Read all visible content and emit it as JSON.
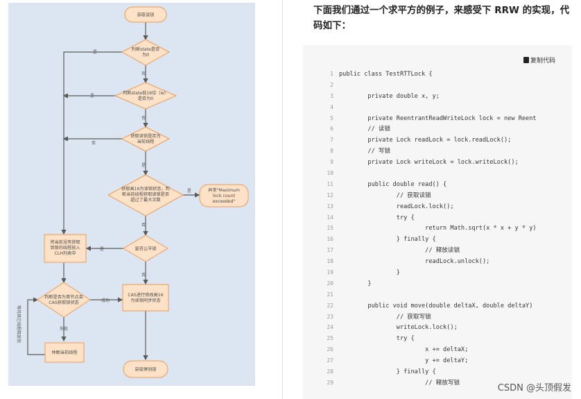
{
  "intro_text": "下面我们通过一个求平方的例子，来感受下 RRW 的实现，代码如下：",
  "copy_label": "复制代码",
  "watermark": "CSDN @头顶假发",
  "flowchart": {
    "start": "获取读锁",
    "d_state0": [
      "判断state是否",
      "为0"
    ],
    "d_low16": [
      "判断state低16位（w）",
      "是否为0"
    ],
    "d_owner": [
      "获取读锁是否为",
      "当前线程"
    ],
    "d_max": [
      "获取高16为读锁状态，判",
      "断当前线程获取读锁是否",
      "超过了最大次数"
    ],
    "err": [
      "异常\"Maximum",
      "lock count",
      "exceeded\""
    ],
    "d_fair": [
      "是否公平锁"
    ],
    "queue": [
      "将当前没有获取",
      "到锁的线程放入",
      "CLH列表中"
    ],
    "d_head": [
      "判断是否为首节点且",
      "CAS获取锁状态"
    ],
    "cas": [
      "CAS进行修改高16",
      "为读锁同步状态"
    ],
    "interrupt": [
      "休眠当前线程"
    ],
    "end": "获取得到锁",
    "lbl_yes": "是",
    "lbl_no": "否",
    "lbl_success": "成功",
    "lbl_fail": "失败",
    "lbl_wait": "等待其它线程释放锁"
  },
  "code": [
    {
      "n": "1",
      "t": "public class TestRTTLock {"
    },
    {
      "n": "2",
      "t": ""
    },
    {
      "n": "3",
      "t": "        private double x, y;"
    },
    {
      "n": "4",
      "t": ""
    },
    {
      "n": "5",
      "t": "        private ReentrantReadWriteLock lock = new Reent"
    },
    {
      "n": "6",
      "t": "        // 读锁"
    },
    {
      "n": "7",
      "t": "        private Lock readLock = lock.readLock();"
    },
    {
      "n": "8",
      "t": "        // 写锁"
    },
    {
      "n": "9",
      "t": "        private Lock writeLock = lock.writeLock();"
    },
    {
      "n": "10",
      "t": ""
    },
    {
      "n": "11",
      "t": "        public double read() {"
    },
    {
      "n": "12",
      "t": "                // 获取读锁"
    },
    {
      "n": "13",
      "t": "                readLock.lock();"
    },
    {
      "n": "14",
      "t": "                try {"
    },
    {
      "n": "15",
      "t": "                        return Math.sqrt(x * x + y * y)"
    },
    {
      "n": "16",
      "t": "                } finally {"
    },
    {
      "n": "17",
      "t": "                        // 释放读锁"
    },
    {
      "n": "18",
      "t": "                        readLock.unlock();"
    },
    {
      "n": "19",
      "t": "                }"
    },
    {
      "n": "20",
      "t": "        }"
    },
    {
      "n": "21",
      "t": ""
    },
    {
      "n": "22",
      "t": "        public void move(double deltaX, double deltaY)"
    },
    {
      "n": "23",
      "t": "                // 获取写锁"
    },
    {
      "n": "24",
      "t": "                writeLock.lock();"
    },
    {
      "n": "25",
      "t": "                try {"
    },
    {
      "n": "26",
      "t": "                        x += deltaX;"
    },
    {
      "n": "27",
      "t": "                        y += deltaY;"
    },
    {
      "n": "28",
      "t": "                } finally {"
    },
    {
      "n": "29",
      "t": "                        // 释放写锁"
    }
  ]
}
